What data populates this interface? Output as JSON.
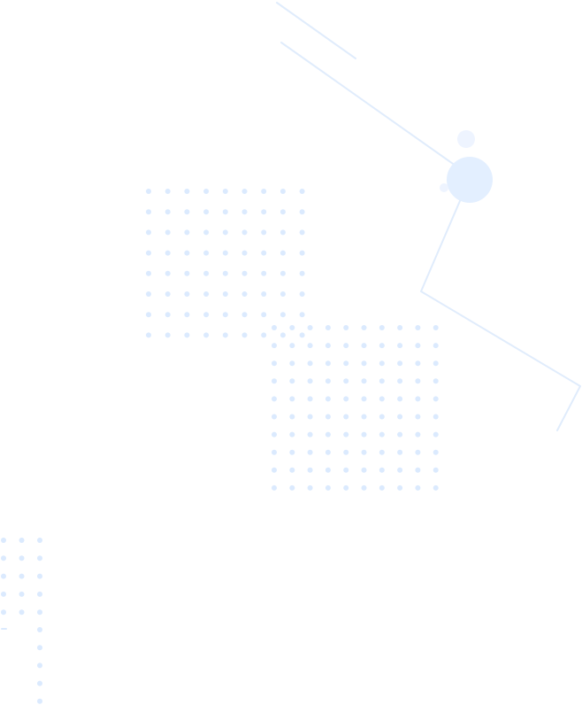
{
  "page": {
    "background_color": "#ffffff",
    "primary_decor_color": "#dbeafe",
    "line_color": "#e0ecfc",
    "circle_color": "#e3efff",
    "small_circle_color": "#eef4ff"
  },
  "decor": {
    "dot_grids": [
      {
        "name": "dot-grid-upper-left",
        "cols": 9,
        "rows": 8
      },
      {
        "name": "dot-grid-center",
        "cols": 10,
        "rows": 10
      },
      {
        "name": "dot-grid-bottom-left",
        "cols": 3,
        "rows": 5
      },
      {
        "name": "dot-column-bottom-left",
        "cols": 1,
        "rows": 5
      }
    ]
  }
}
